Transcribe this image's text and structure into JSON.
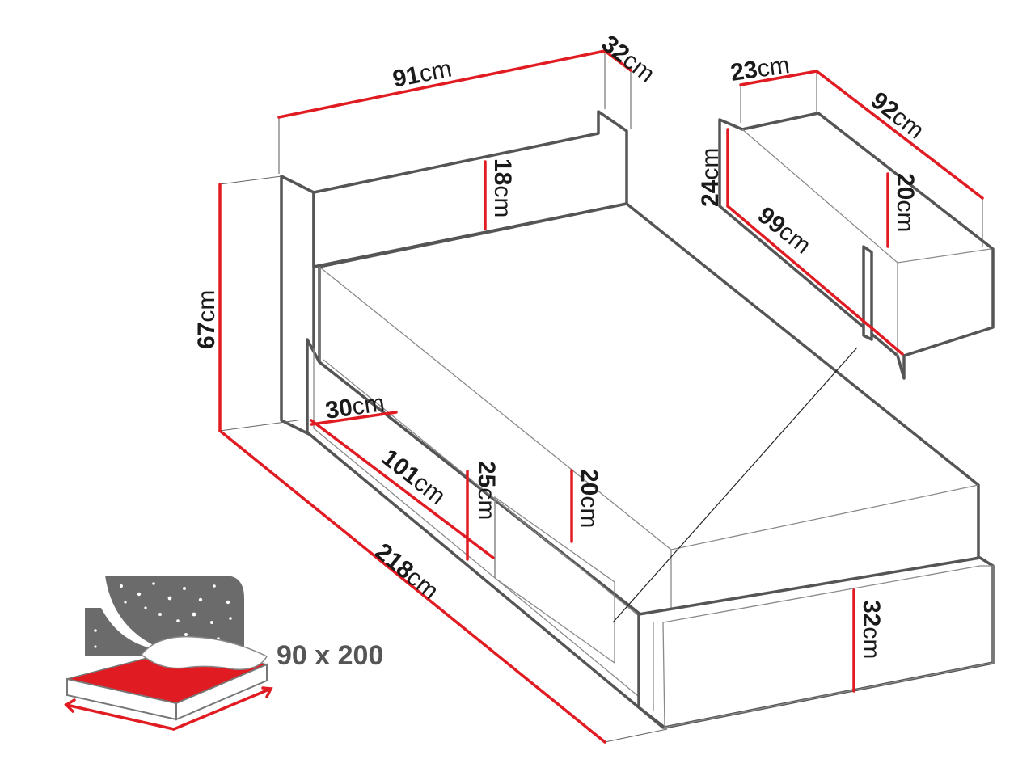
{
  "unit": "cm",
  "colors": {
    "dimension_line": "#e11b22",
    "outline": "#555555",
    "mattress_top": "#e11b22",
    "headboard_icon": "#6b6b6b"
  },
  "bed_dimensions": {
    "headboard_width": "91",
    "headboard_depth": "32",
    "headboard_height": "18",
    "total_height": "67",
    "total_length": "218",
    "drawer_depth": "30",
    "drawer_length": "101",
    "drawer_height": "25",
    "mattress_height": "20",
    "footboard_height": "32"
  },
  "drawer_dimensions": {
    "depth": "23",
    "length_top": "92",
    "height": "24",
    "length_side": "99",
    "inner_height": "20"
  },
  "mattress_icon": {
    "size_label": "90 x 200"
  }
}
